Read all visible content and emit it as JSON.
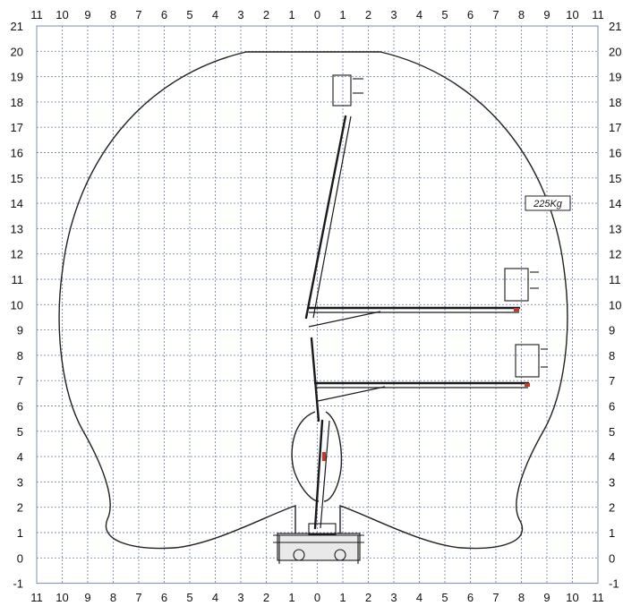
{
  "x_ticks": [
    "11",
    "10",
    "9",
    "8",
    "7",
    "6",
    "5",
    "4",
    "3",
    "2",
    "1",
    "0",
    "1",
    "2",
    "3",
    "4",
    "5",
    "6",
    "7",
    "8",
    "9",
    "10",
    "11"
  ],
  "y_ticks": [
    "21",
    "20",
    "19",
    "18",
    "17",
    "16",
    "15",
    "14",
    "13",
    "12",
    "11",
    "10",
    "9",
    "8",
    "7",
    "6",
    "5",
    "4",
    "3",
    "2",
    "1",
    "0",
    "-1"
  ],
  "load_label": "225Kg",
  "envelope_color": "#222222",
  "grid_color": "#7a8fb0"
}
